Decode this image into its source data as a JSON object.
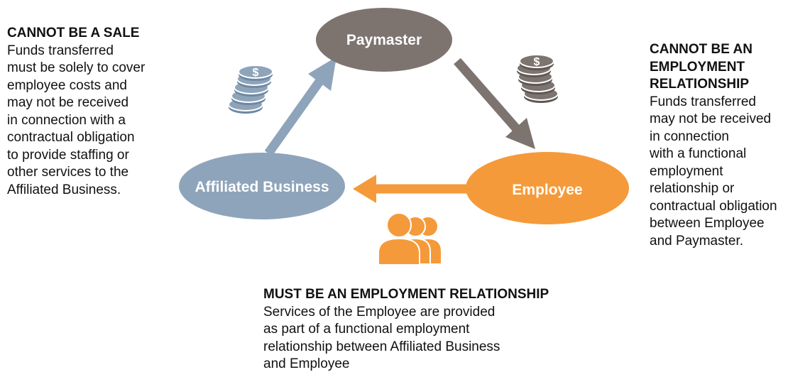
{
  "left_note": {
    "heading": "CANNOT BE A SALE",
    "body": "Funds transferred\nmust be solely to cover\nemployee costs and\nmay not be received\nin connection with a\ncontractual obligation\nto provide staffing or\nother services to the\nAffiliated Business."
  },
  "right_note": {
    "heading": "CANNOT BE AN\nEMPLOYMENT\nRELATIONSHIP",
    "body": "Funds transferred\nmay not be received\nin connection\nwith a functional\nemployment\nrelationship or\ncontractual obligation\nbetween Employee\nand Paymaster."
  },
  "bottom_note": {
    "heading": "MUST BE AN EMPLOYMENT RELATIONSHIP",
    "body": "Services of the Employee are provided\nas part of a functional  employment\nrelationship between Affiliated Business\nand Employee"
  },
  "nodes": {
    "paymaster": {
      "label": "Paymaster",
      "color": "#7d7470"
    },
    "employee": {
      "label": "Employee",
      "color": "#f59a3a"
    },
    "affiliated": {
      "label": "Affiliated Business",
      "color": "#8ea4bb"
    }
  },
  "icons": {
    "coins_blue": {
      "name": "dollar-coins-icon",
      "color": "#8ea4bb",
      "symbol": "$"
    },
    "coins_gray": {
      "name": "dollar-coins-icon",
      "color": "#7d7470",
      "symbol": "$"
    },
    "people": {
      "name": "people-icon",
      "color": "#f59a3a"
    }
  }
}
